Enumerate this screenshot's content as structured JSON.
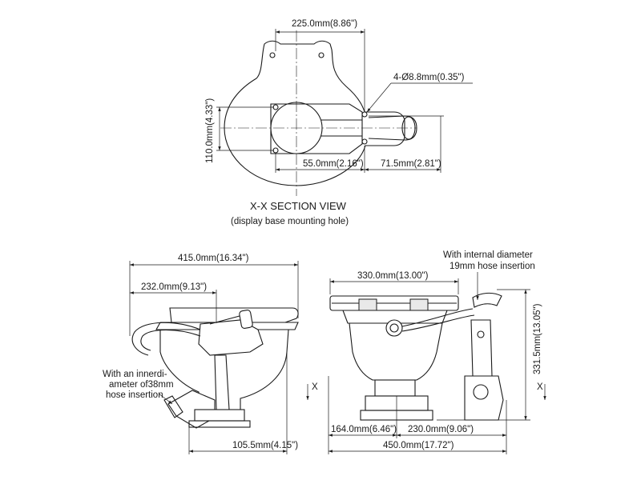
{
  "section_view": {
    "title": "X-X SECTION VIEW",
    "subtitle": "(display base mounting hole)",
    "dim_width": "225.0mm(8.86\")",
    "dim_height": "110.0mm(4.33\")",
    "dim_offset": "55.0mm(2.16\")",
    "dim_arm": "71.5mm(2.81\")",
    "hole_note": "4-Ø8.8mm(0.35\")"
  },
  "side_view": {
    "dim_overall": "415.0mm(16.34\")",
    "dim_partial": "232.0mm(9.13\")",
    "dim_base": "105.5mm(4.15\")",
    "note_line1": "With an innerdi-",
    "note_line2": "ameter  of38mm",
    "note_line3": "hose insertion",
    "section_mark": "X"
  },
  "front_view": {
    "dim_top": "330.0mm(13.00\")",
    "dim_height": "331.5mm(13.05\")",
    "dim_left": "164.0mm(6.46\")",
    "dim_right": "230.0mm(9.06\")",
    "dim_overall": "450.0mm(17.72\")",
    "note_line1": "With internal diameter",
    "note_line2": "19mm hose insertion",
    "section_mark": "X"
  }
}
